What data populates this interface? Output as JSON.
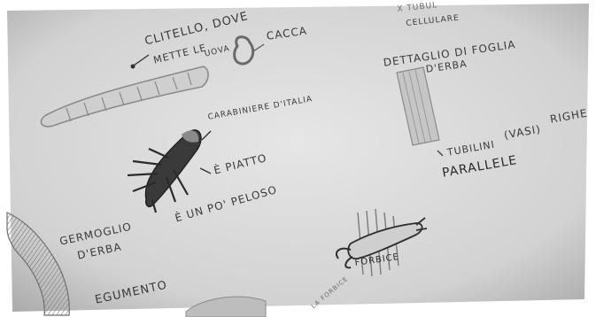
{
  "notes": {
    "clitello_line1": "CLITELLO, DOVE",
    "clitello_line2": "METTE LE",
    "clitello_line3": "UOVA",
    "cacca": "CACCA",
    "cellulare": "CELLULARE",
    "top_partial": "X TUBUL",
    "dettaglio_line1": "DETTAGLIO DI FOGLIA",
    "dettaglio_line2": "D'ERBA",
    "carabiniere": "CARABINIERE D'ITALIA",
    "piatto": "È PIATTO",
    "tubilini": "TUBILINI",
    "vasi": "(VASI)",
    "righe": "RIGHE",
    "parallele": "PARALLELE",
    "peloso": "È UN PO' PELOSO",
    "germoglio_line1": "GERMOGLIO",
    "germoglio_line2": "D'ERBA",
    "tegumento": "EGUMENTO",
    "forbice": "FORBICE",
    "forbice_small": "LA FORBICE"
  }
}
